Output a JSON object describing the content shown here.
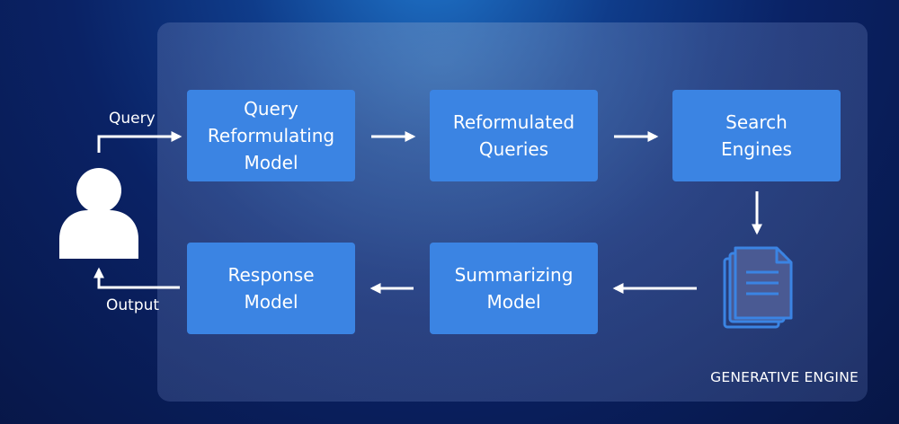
{
  "panel": {
    "label": "GENERATIVE ENGINE"
  },
  "nodes": {
    "query_reformulating_model": "Query\nReformulating\nModel",
    "reformulated_queries": "Reformulated\nQueries",
    "search_engines": "Search\nEngines",
    "summarizing_model": "Summarizing\nModel",
    "response_model": "Response\nModel"
  },
  "edges": {
    "query_label": "Query",
    "output_label": "Output"
  },
  "icons": {
    "user": "user-icon",
    "documents": "documents-icon"
  },
  "colors": {
    "box": "#3b84e3",
    "arrow": "#ffffff",
    "documents_icon": "#3b84e3"
  }
}
